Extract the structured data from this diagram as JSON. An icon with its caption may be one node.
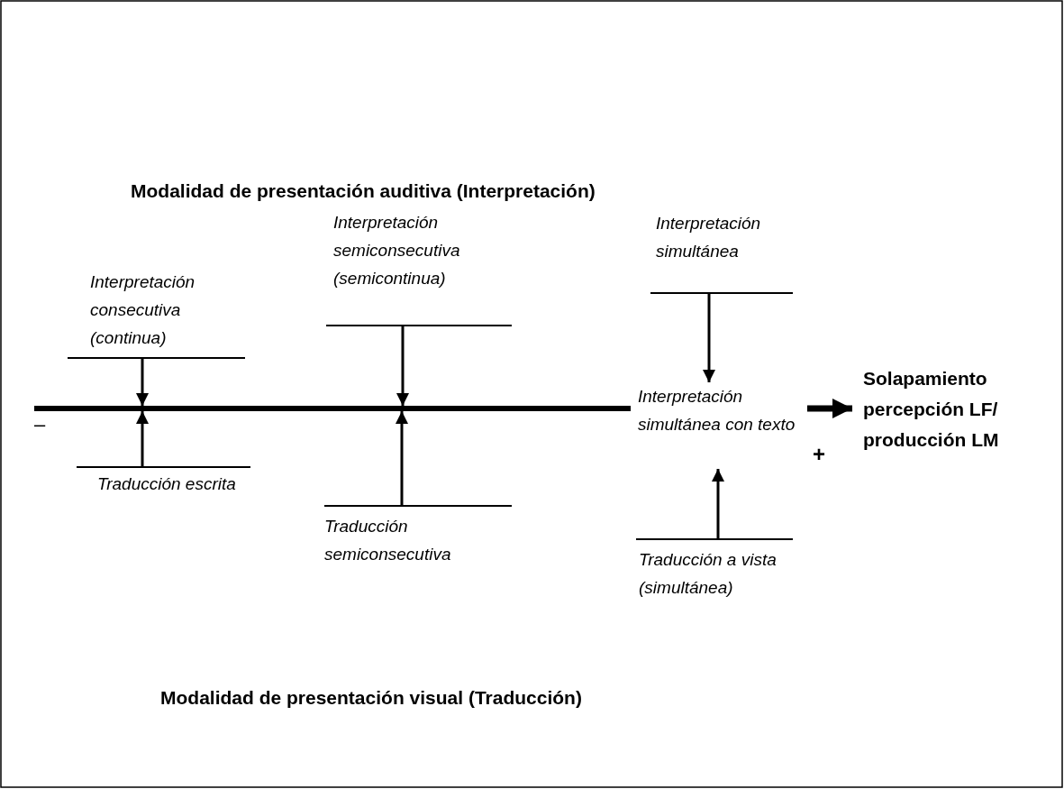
{
  "diagram": {
    "nodes": [
      {
        "text": [
          "Interpretación consecutiva (continua)"
        ]
      },
      {
        "text": [
          "Interpretación semiconsecutiva (semicontinua)"
        ]
      },
      {
        "text": [
          "Interpretación simultánea"
        ]
      },
      {
        "text": [],
        "shape": "bar"
      },
      {
        "text": [
          "Interpretación simultánea con texto"
        ]
      },
      {
        "text": [
          "Solapamiento percepción LF/ producción LM"
        ]
      },
      {
        "text": [
          "Traducción escrita"
        ]
      },
      {
        "text": [
          "Traducción semiconsecutiva"
        ]
      },
      {
        "text": [
          "Traducción a vista (simultánea)"
        ]
      }
    ],
    "edges": [
      {
        "from": 0,
        "to": 3,
        "arrow": "to"
      },
      {
        "from": 1,
        "to": 3,
        "arrow": "to"
      },
      {
        "from": 2,
        "to": 4,
        "arrow": "to"
      },
      {
        "from": 6,
        "to": 3,
        "arrow": "to"
      },
      {
        "from": 7,
        "to": 3,
        "arrow": "to"
      },
      {
        "from": 8,
        "to": 4,
        "arrow": "to"
      },
      {
        "from": 4,
        "to": 5,
        "arrow": "to",
        "style": "thick"
      }
    ],
    "labels": [
      "Modalidad de presentación auditiva (Interpretación)",
      "–",
      "+",
      "Modalidad de presentación visual (Traducción)"
    ]
  }
}
